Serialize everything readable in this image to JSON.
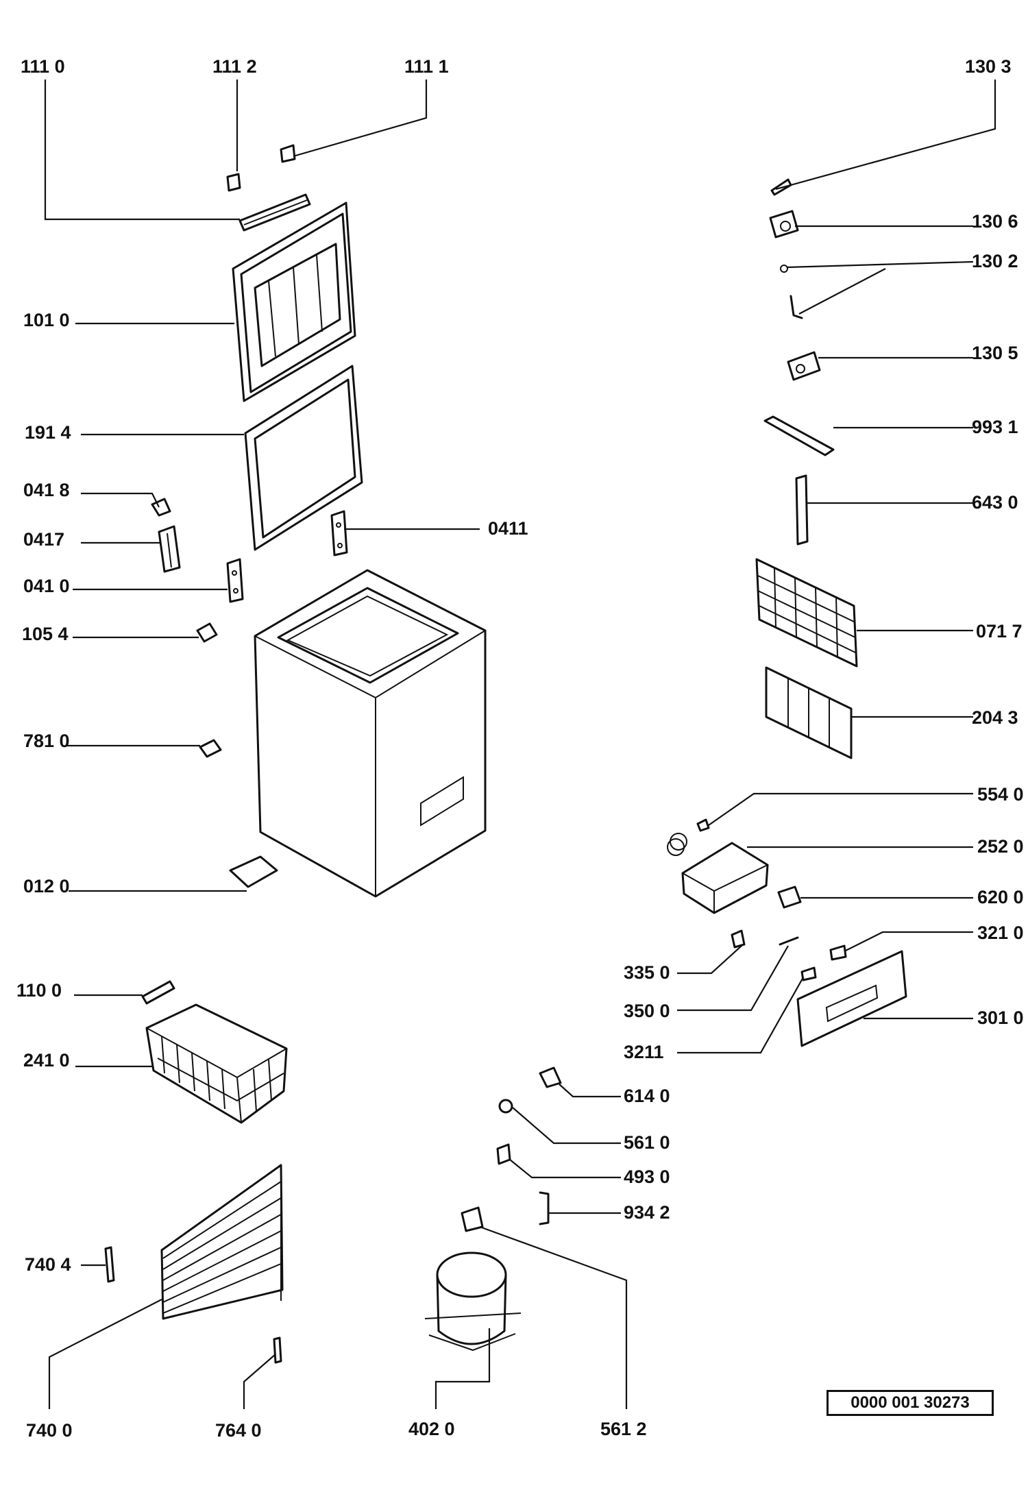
{
  "diagram": {
    "doc_number": "0000 001 30273",
    "labels": {
      "p1110": "111 0",
      "p1112": "111 2",
      "p1111": "111 1",
      "p1303": "130 3",
      "p1306": "130 6",
      "p1302": "130 2",
      "p1305": "130 5",
      "p9931": "993 1",
      "p6430": "643 0",
      "p0717": "071 7",
      "p2043": "204 3",
      "p5540": "554 0",
      "p2520": "252 0",
      "p6200": "620 0",
      "p3210": "321 0",
      "p3010": "301 0",
      "p3350": "335 0",
      "p3500": "350 0",
      "p3211": "3211",
      "p6140": "614 0",
      "p5610": "561 0",
      "p4930": "493 0",
      "p9342": "934 2",
      "p5612": "561 2",
      "p4020": "402 0",
      "p7640": "764 0",
      "p7400": "740 0",
      "p7404": "740 4",
      "p2410": "241 0",
      "p1100": "110 0",
      "p0120": "012 0",
      "p7810": "781 0",
      "p1054": "105 4",
      "p0410": "041 0",
      "p0417": "0417",
      "p0418": "041 8",
      "p0411": "0411",
      "p1914": "191 4",
      "p1010": "101 0"
    }
  }
}
